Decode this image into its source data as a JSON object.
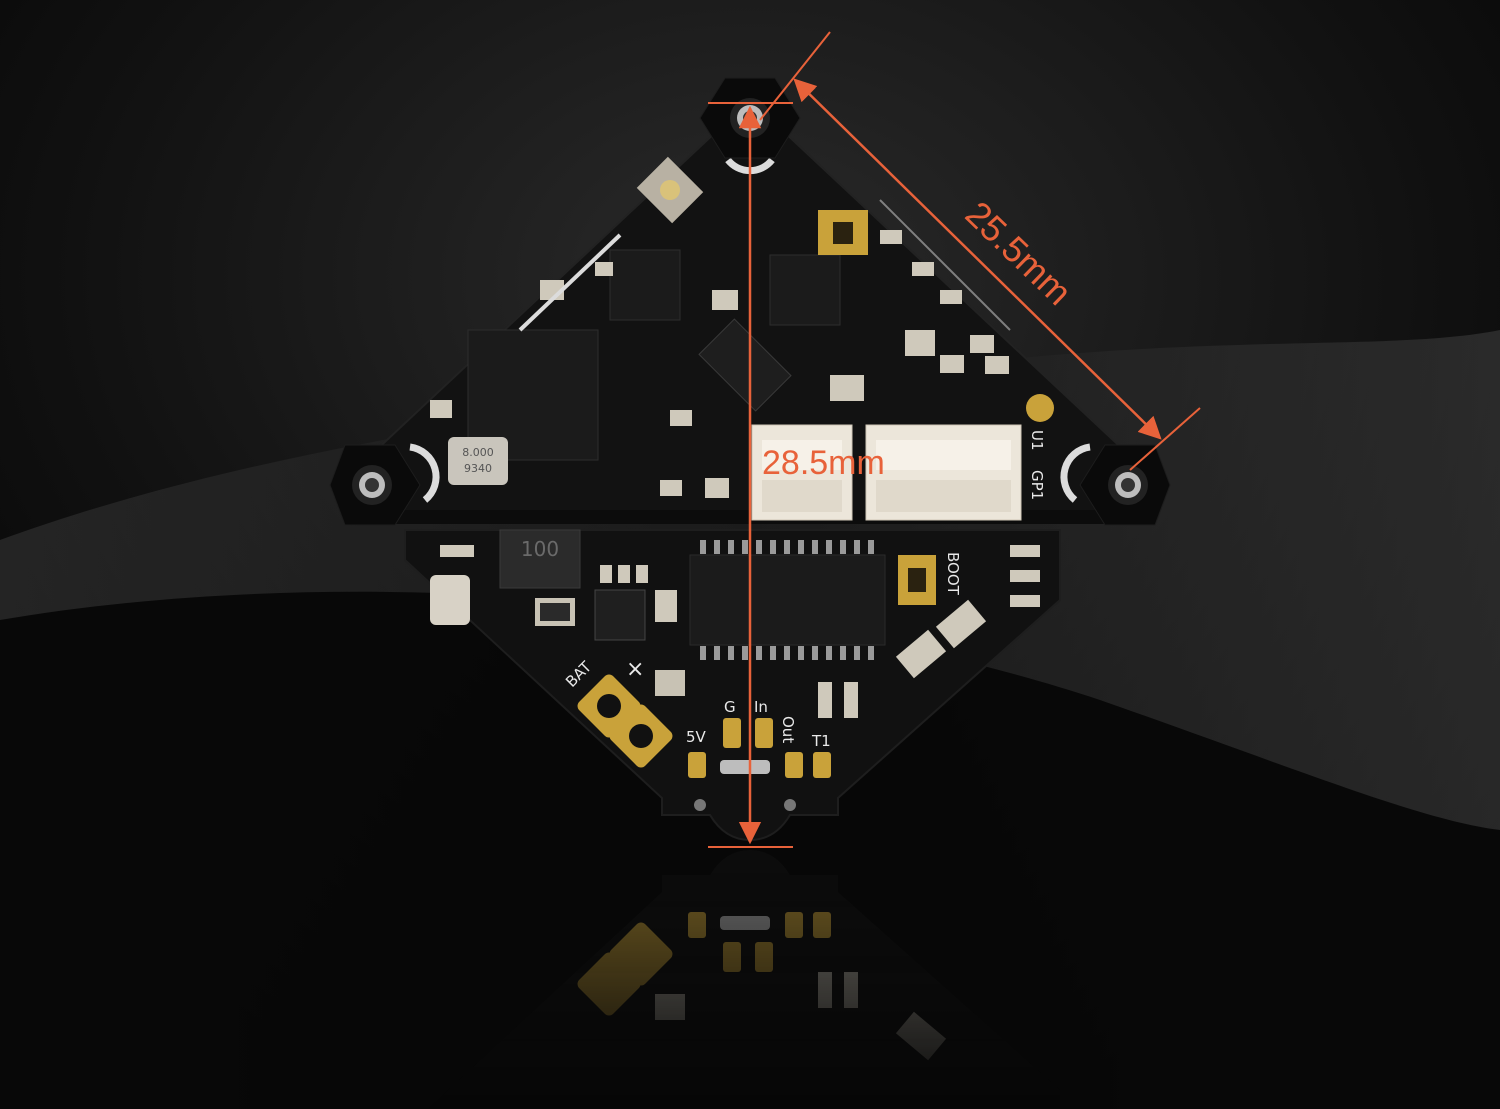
{
  "dimensions": {
    "diagonal_label": "25.5mm",
    "height_label": "28.5mm",
    "accent_color": "#e8623a"
  },
  "board": {
    "labels": {
      "bat": "BAT",
      "boot": "BOOT",
      "five_v": "5V",
      "g": "G",
      "in": "In",
      "out": "Out",
      "t1": "T1",
      "u1": "U1",
      "gp1": "GP1",
      "inductor": "100",
      "crystal_line1": "8.000",
      "crystal_line2": "9340"
    },
    "colors": {
      "pcb": "#121212",
      "silkscreen": "#e9e9e9",
      "gold_pad": "#c9a23a",
      "connector": "#ece6da",
      "chip": "#1b1b1b"
    }
  }
}
